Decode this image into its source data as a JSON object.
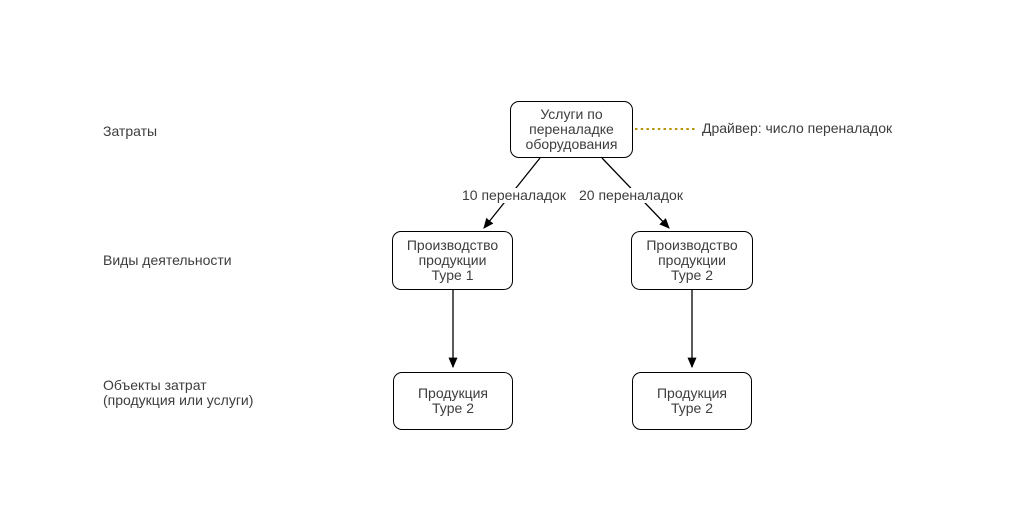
{
  "diagram": {
    "title_hint": "ABC costing allocation diagram",
    "rows": {
      "costs": "Затраты",
      "activities": "Виды деятельности",
      "objects": "Объекты затрат\n(продукция или услуги)"
    },
    "nodes": {
      "cost_pool": "Услуги по\nпереналадке\nоборудования",
      "activity_left": "Производство\nпродукции\nType 1",
      "activity_right": "Производство\nпродукции\nType 2",
      "object_left": "Продукция\nType 2",
      "object_right": "Продукция\nType 2"
    },
    "edge_labels": {
      "left": "10 переналадок",
      "right": "20 переналадок"
    },
    "driver": {
      "text": "Драйвер: число переналадок",
      "line_color": "#b8960c"
    },
    "colors": {
      "node_border": "#000000",
      "node_fill": "#ffffff",
      "text": "#3d3d3d",
      "arrow": "#000000",
      "background": "#ffffff"
    }
  }
}
